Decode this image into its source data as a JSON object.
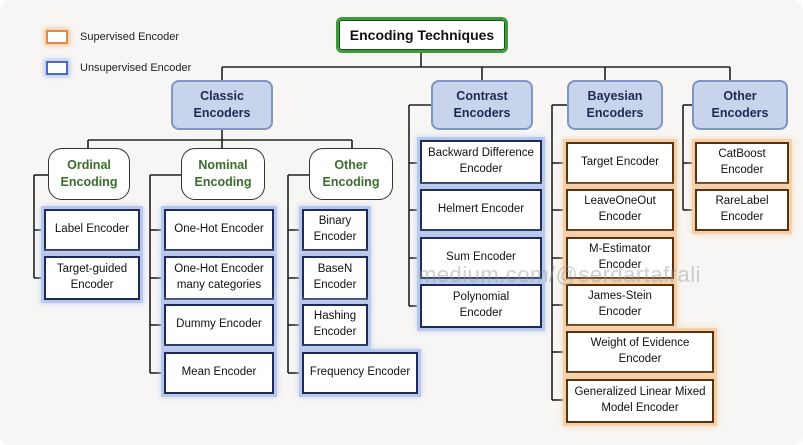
{
  "legend": {
    "supervised": "Supervised Encoder",
    "unsupervised": "Unsupervised Encoder"
  },
  "root": "Encoding Techniques",
  "categories": {
    "classic": "Classic Encoders",
    "contrast": "Contrast Encoders",
    "bayesian": "Bayesian Encoders",
    "other": "Other Encoders"
  },
  "subcategories": {
    "ordinal": "Ordinal Encoding",
    "nominal": "Nominal Encoding",
    "other": "Other Encoding"
  },
  "ordinal": [
    "Label Encoder",
    "Target-guided Encoder"
  ],
  "nominal": [
    "One-Hot Encoder",
    "One-Hot Encoder many categories",
    "Dummy Encoder",
    "Mean Encoder"
  ],
  "other_encoding": [
    "Binary Encoder",
    "BaseN Encoder",
    "Hashing Encoder",
    "Frequency Encoder"
  ],
  "contrast": [
    "Backward Difference Encoder",
    "Helmert Encoder",
    "Sum Encoder",
    "Polynomial Encoder"
  ],
  "bayesian": [
    "Target Encoder",
    "LeaveOneOut Encoder",
    "M-Estimator Encoder",
    "James-Stein Encoder",
    "Weight of Evidence Encoder",
    "Generalized Linear Mixed Model Encoder"
  ],
  "other_encoders": [
    "CatBoost Encoder",
    "RareLabel Encoder"
  ],
  "watermark": "medium.com/@serdartafrali",
  "colors": {
    "supervised_border": "#e08a4a",
    "unsupervised_border": "#4e6bc4",
    "root_border": "#3d9a3d",
    "category_fill": "#c8d4ec",
    "subcategory_text": "#3a6e2a"
  }
}
